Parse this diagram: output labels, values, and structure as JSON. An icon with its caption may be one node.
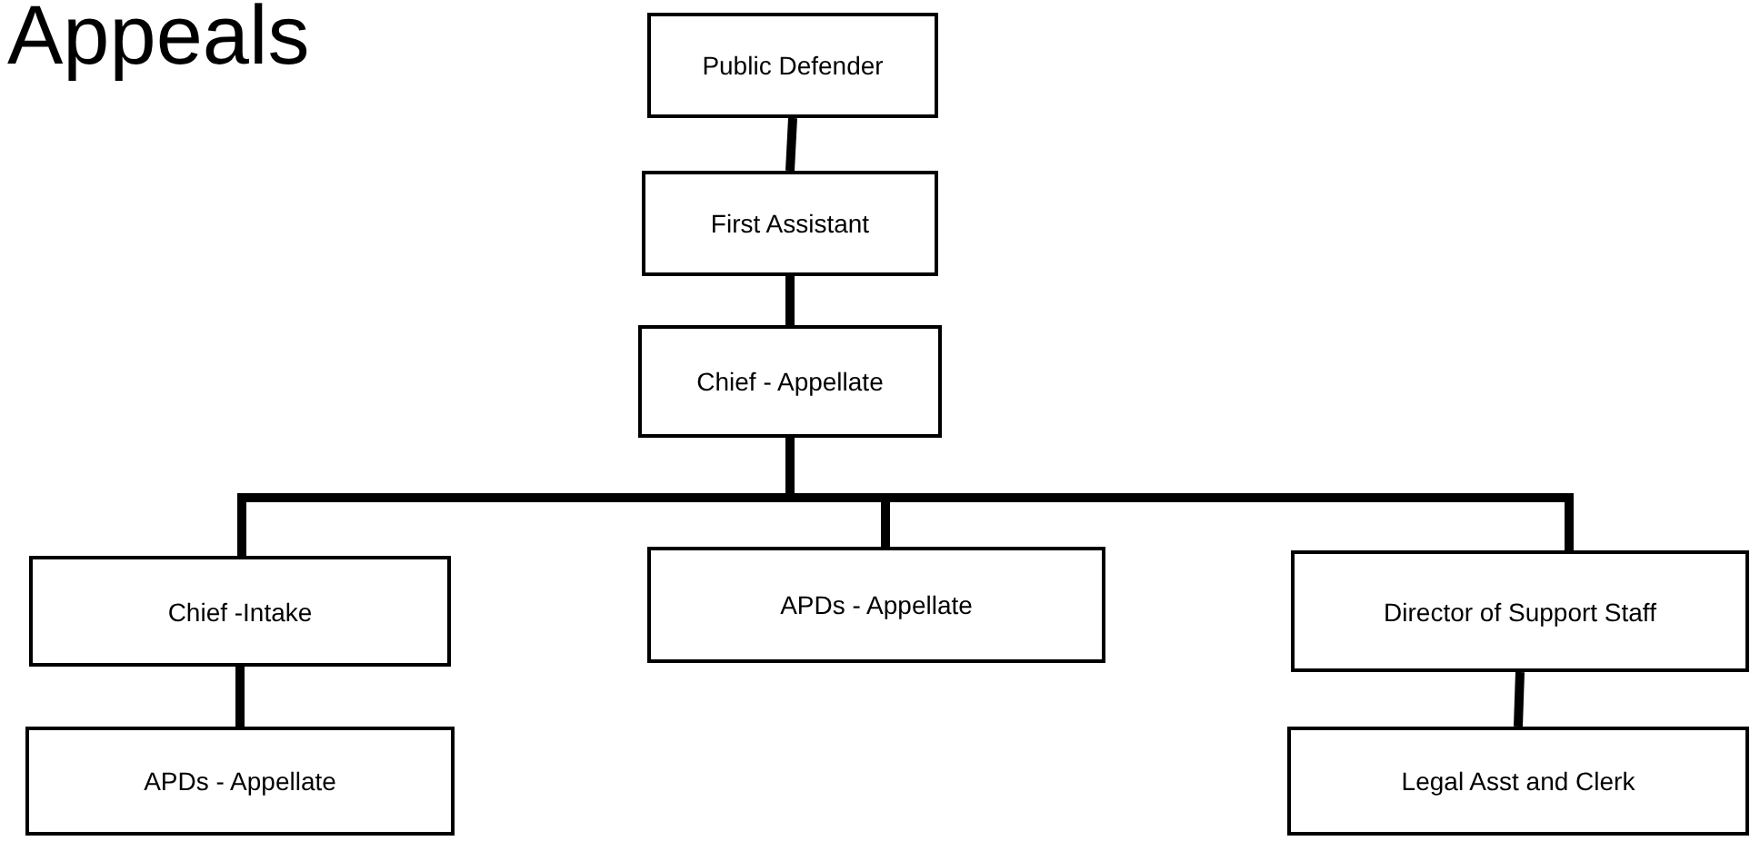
{
  "diagram": {
    "title": "Appeals",
    "nodes": [
      {
        "text": [
          "Public Defender"
        ]
      },
      {
        "text": [
          "First Assistant"
        ]
      },
      {
        "text": [
          "Chief - Appellate"
        ]
      },
      {
        "text": [
          "Chief -Intake"
        ]
      },
      {
        "text": [
          "APDs - Appellate"
        ]
      },
      {
        "text": [
          "Director of Support Staff"
        ]
      },
      {
        "text": [
          "APDs - Appellate"
        ]
      },
      {
        "text": [
          "Legal Asst and Clerk"
        ]
      }
    ],
    "edges": [
      {
        "from": 0,
        "to": 1,
        "arrow": "none"
      },
      {
        "from": 1,
        "to": 2,
        "arrow": "none"
      },
      {
        "from": 2,
        "to": 3,
        "arrow": "none"
      },
      {
        "from": 2,
        "to": 4,
        "arrow": "none"
      },
      {
        "from": 2,
        "to": 5,
        "arrow": "none"
      },
      {
        "from": 3,
        "to": 6,
        "arrow": "none"
      },
      {
        "from": 5,
        "to": 7,
        "arrow": "none"
      }
    ]
  }
}
